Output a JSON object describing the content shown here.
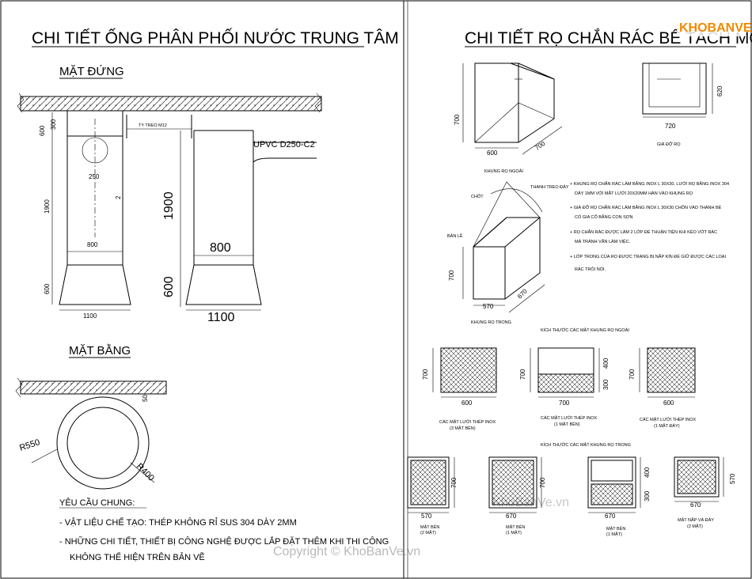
{
  "left": {
    "title": "CHI TIẾT ỐNG PHÂN PHỐI NƯỚC TRUNG TÂM",
    "elevation": {
      "heading": "MẶT ĐỨNG",
      "dims": {
        "d600": "600",
        "d300": "300",
        "d1900": "1900",
        "d600b": "600",
        "d250": "250",
        "d2": "2",
        "d800": "800",
        "d1100": "1100"
      },
      "tie_label": "TY TREO M12",
      "pipe_label": "UPVC D250-C2",
      "big": {
        "d1900": "1900",
        "d600": "600",
        "d800": "800",
        "d1100": "1100"
      }
    },
    "plan": {
      "heading": "MẶT BẰNG",
      "d50": "50",
      "r550": "R550",
      "r400": "R400"
    },
    "requirements": {
      "heading": "YÊU CẦU CHUNG:",
      "line1": "- VẬT LIỆU CHẾ TẠO: THÉP KHÔNG RỈ SUS 304 DÀY 2MM",
      "line2": "- NHỮNG CHI TIẾT, THIẾT BỊ CÔNG NGHỆ ĐƯỢC LẮP ĐẶT THÊM KHI THI CÔNG",
      "line3": "KHÔNG THỂ HIỆN TRÊN BẢN VẼ"
    }
  },
  "right": {
    "title": "CHI TIẾT RỌ CHẮN RÁC BỂ TÁCH MỠ",
    "logo": "KHOBANVE",
    "outer_frame": {
      "d700": "700",
      "d600": "600",
      "d700b": "700",
      "caption": "KHUNG RỌ NGOÀI"
    },
    "stand": {
      "d720": "720",
      "d620": "620",
      "caption": "GIÁ ĐỠ RỌ"
    },
    "inner_frame": {
      "d700": "700",
      "d570": "570",
      "d670": "670",
      "caption": "KHUNG RỌ TRONG",
      "bolt": "CHỐT",
      "hanger": "THANH TREO ĐẨY",
      "hinge": "BẢN LỀ"
    },
    "notes": [
      "+ KHUNG RỌ CHẮN RÁC LÀM BẰNG INOX  L 30X30, LƯỚI RỌ BẰNG INOX 304",
      "DÀY 1MM VỚI MẮT LƯỚI 20X20MM HÀN VÀO KHUNG RỌ",
      "+ GIÁ ĐỠ RỌ CHẮN RÁC LÀM BẰNG INOX L 30X30 CHÔN VÀO THÀNH BỂ",
      "CÓ GIA CỐ BẰNG CON SƠN",
      "+ RỌ CHẮN RÁC ĐƯỢC LÀM 2 LỚP ĐỂ THUẬN TIỆN KHI KÉO VỚT RÁC",
      "MÀ TRÁNH VẪN LÀM VIỆC.",
      "+ LỚP TRONG CỦA RỌ ĐƯỢC TRANG BỊ NẮP KÍN ĐỂ GIỮ ĐƯỢC CÁC LOẠI",
      "RÁC TRÔI NỔI."
    ],
    "outer_faces": {
      "heading": "KÍCH THƯỚC CÁC MẶT KHUNG RỌ NGOÀI",
      "p1": {
        "h": "700",
        "w": "600",
        "cap1": "CÁC MẶT LƯỚI THÉP INOX",
        "cap2": "(3 MẶT BÊN)"
      },
      "p2": {
        "h": "700",
        "w": "700",
        "h1": "400",
        "h2": "300",
        "cap1": "CÁC MẶT LƯỚI THÉP INOX",
        "cap2": "(1 MẶT BÊN)"
      },
      "p3": {
        "h": "700",
        "w": "600",
        "cap1": "CÁC MẶT LƯỚI THÉP INOX",
        "cap2": "(1 MẶT ĐÁY)"
      }
    },
    "inner_faces": {
      "heading": "KÍCH THƯỚC CÁC MẶT KHUNG RỌ TRONG",
      "p1": {
        "h": "700",
        "w": "570",
        "cap1": "MẶT BÊN",
        "cap2": "(2 MẶT)"
      },
      "p2": {
        "h": "700",
        "w": "670",
        "cap1": "MẶT BÊN",
        "cap2": "(1 MẶT)"
      },
      "p3": {
        "h1": "400",
        "h2": "300",
        "w": "670",
        "cap1": "MẶT BÊN",
        "cap2": "(1 MẶT)"
      },
      "p4": {
        "h": "570",
        "w": "670",
        "cap1": "MẶT NẮP VÀ ĐÁY",
        "cap2": "(2 MẶT)"
      }
    },
    "watermark": "KhoBanVe.vn",
    "copyright": "Copyright © KhoBanVe.vn"
  }
}
